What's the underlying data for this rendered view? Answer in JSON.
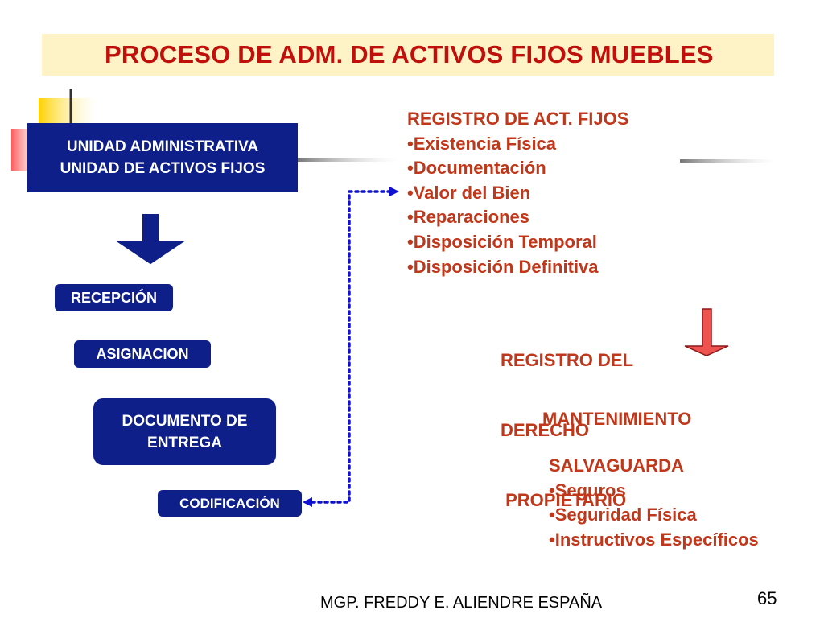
{
  "title": "PROCESO DE ADM. DE ACTIVOS FIJOS MUEBLES",
  "unit_box": {
    "line1": "UNIDAD ADMINISTRATIVA",
    "line2": "UNIDAD DE ACTIVOS FIJOS"
  },
  "steps": {
    "recepcion": "RECEPCIÓN",
    "asignacion": "ASIGNACION",
    "documento_line1": "DOCUMENTO DE",
    "documento_line2": "ENTREGA",
    "codificacion": "CODIFICACIÓN"
  },
  "registro_act": {
    "heading": "REGISTRO DE ACT. FIJOS",
    "items": [
      "•Existencia Física",
      "•Documentación",
      "•Valor del Bien",
      "•Reparaciones",
      "•Disposición Temporal",
      "•Disposición Definitiva"
    ]
  },
  "registro_derecho": {
    "line1": "REGISTRO DEL",
    "line2": "DERECHO",
    "line3": " PROPIETARIO"
  },
  "mantenimiento": "MANTENIMIENTO",
  "salvaguarda": {
    "heading": "SALVAGUARDA",
    "items": [
      "•Seguros",
      "•Seguridad Física",
      "•Instructivos Específicos"
    ]
  },
  "footer": "MGP. FREDDY E. ALIENDRE ESPAÑA",
  "page_number": "65",
  "colors": {
    "title_red": "#c0100c",
    "text_red": "#c0381b",
    "box_blue": "#0f1f8a",
    "title_bg": "#fdf3c6",
    "arrow_red": "#ef5350"
  }
}
